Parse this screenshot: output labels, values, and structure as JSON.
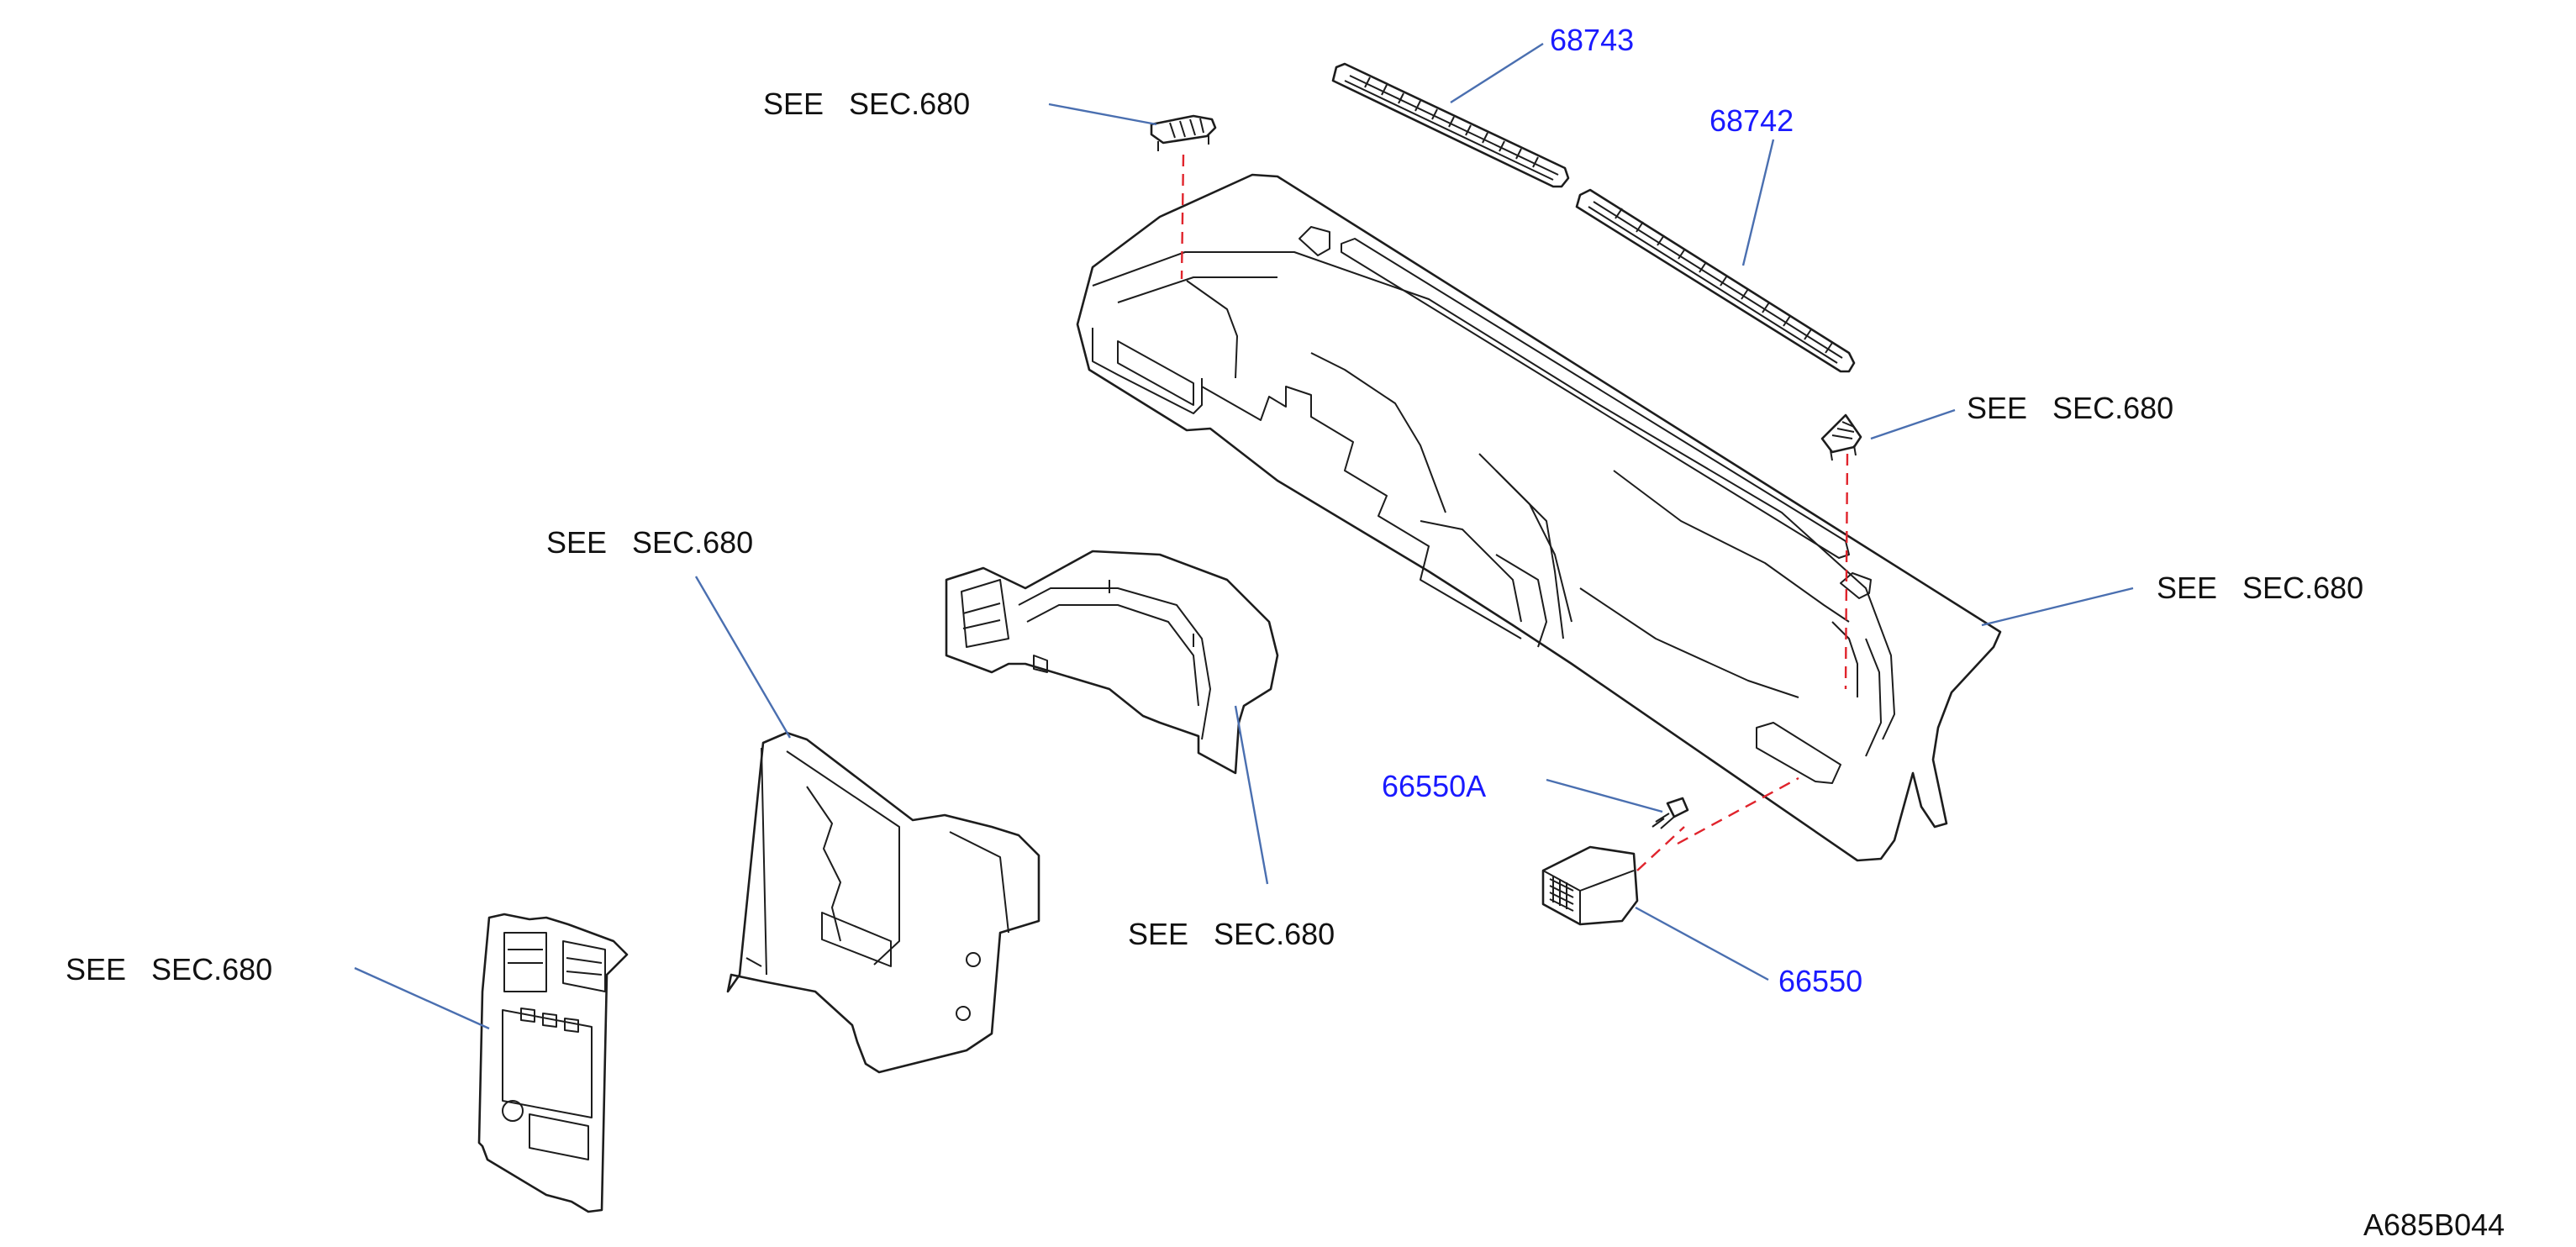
{
  "labels": {
    "see_top_left": "SEE   SEC.680",
    "see_right_upper": "SEE   SEC.680",
    "see_right_lower": "SEE   SEC.680",
    "see_middle_left": "SEE   SEC.680",
    "see_bottom_center": "SEE   SEC.680",
    "see_far_left": "SEE   SEC.680"
  },
  "parts": {
    "p68743": "68743",
    "p68742": "68742",
    "p66550A": "66550A",
    "p66550": "66550"
  },
  "diagram_code": "A685B044",
  "colors": {
    "part_number": "#1a1aff",
    "leader_line": "#4a6fb0",
    "alignment_line": "#e0242c",
    "outline": "#1d1d1d"
  }
}
